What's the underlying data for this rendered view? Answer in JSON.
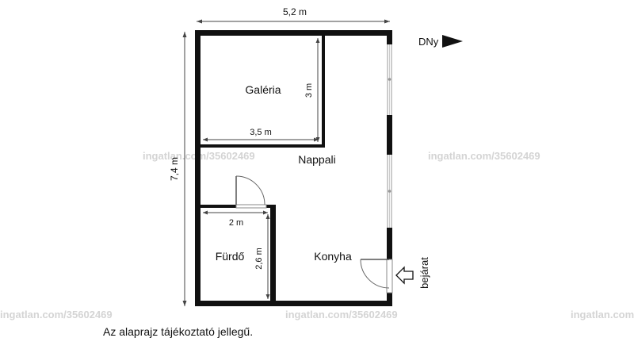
{
  "dimensions": {
    "top_width": "5,2 m",
    "left_height": "7,4 m",
    "galeria_height": "3 m",
    "galeria_width": "3,5 m",
    "furdo_width": "2 m",
    "furdo_height": "2,6 m"
  },
  "rooms": {
    "galeria": "Galéria",
    "nappali": "Nappali",
    "furdo": "Fürdő",
    "konyha": "Konyha"
  },
  "orientation_label": "DNy",
  "entrance_label": "bejárat",
  "watermark": "ingatlan.com/35602469",
  "disclaimer": "Az alaprajz tájékoztató jellegű."
}
